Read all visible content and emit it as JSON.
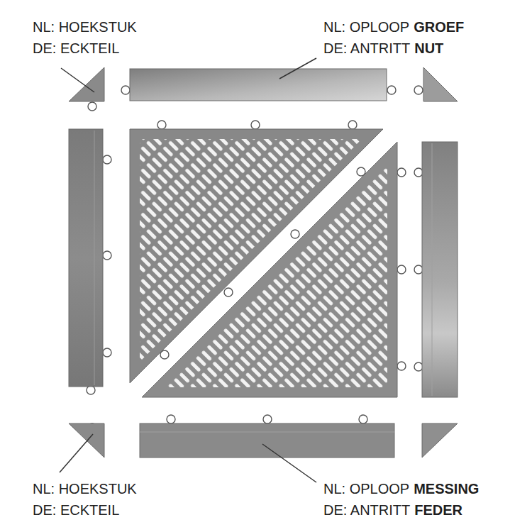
{
  "diagram": {
    "labels": [
      "NL: HOEKSTUK",
      "DE: ECKTEIL",
      "NL: OPLOOP",
      "GROEF",
      "DE: ANTRITT",
      "NUT",
      "NL: HOEKSTUK",
      "DE: ECKTEIL",
      "NL: OPLOOP",
      "MESSING",
      "DE: ANTRITT",
      "FEDER"
    ]
  }
}
